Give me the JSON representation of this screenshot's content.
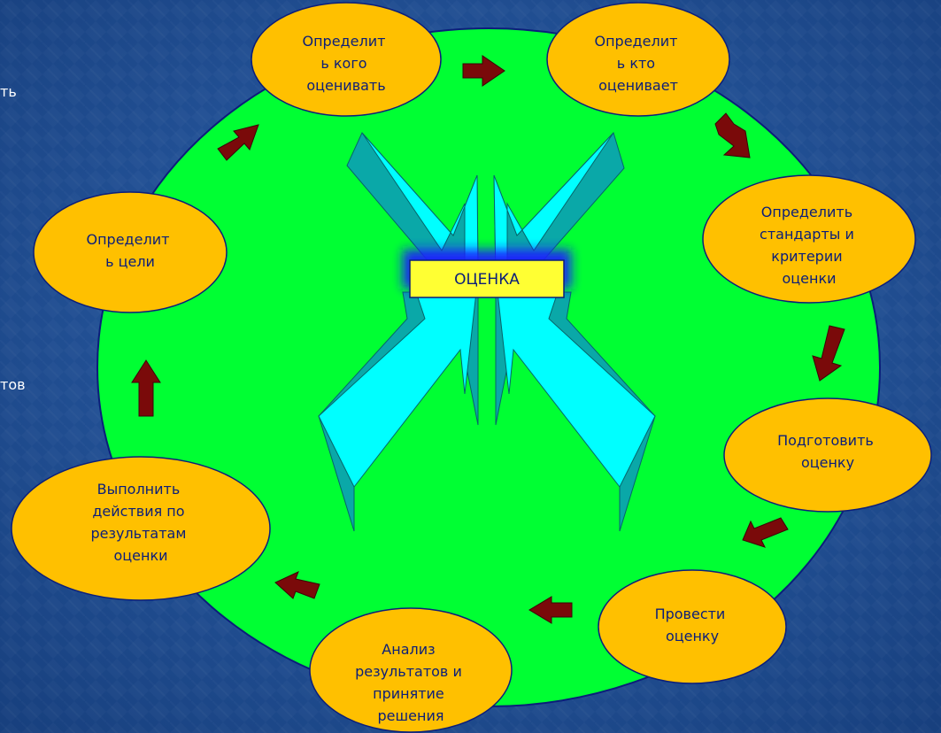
{
  "diagram": {
    "center_label": "ОЦЕНКА",
    "steps": [
      {
        "id": "who-to-evaluate",
        "lines": [
          "Определит",
          "ь кого",
          "оценивать"
        ]
      },
      {
        "id": "who-evaluates",
        "lines": [
          "Определит",
          "ь кто",
          "оценивает"
        ]
      },
      {
        "id": "standards-criteria",
        "lines": [
          "Определить",
          "стандарты и",
          "критерии",
          "оценки"
        ]
      },
      {
        "id": "prepare",
        "lines": [
          "Подготовить",
          "оценку"
        ]
      },
      {
        "id": "conduct",
        "lines": [
          "Провести",
          "оценку"
        ]
      },
      {
        "id": "analyze-decide",
        "lines": [
          "Анализ",
          "результатов и",
          "принятие",
          "решения"
        ]
      },
      {
        "id": "act-on-results",
        "lines": [
          "Выполнить",
          "действия по",
          "результатам",
          "оценки"
        ]
      },
      {
        "id": "define-goals",
        "lines": [
          "Определит",
          "ь цели"
        ]
      }
    ]
  },
  "side_fragments": {
    "top": "ть",
    "middle": "тов"
  },
  "colors": {
    "background": "#214f94",
    "cycle_ellipse": "#00ff33",
    "step_fill": "#ffc000",
    "step_stroke": "#0b1e7a",
    "arrow": "#7a0a0a",
    "center_arrows": "#00ffff",
    "center_label_fill": "#ffff33"
  }
}
